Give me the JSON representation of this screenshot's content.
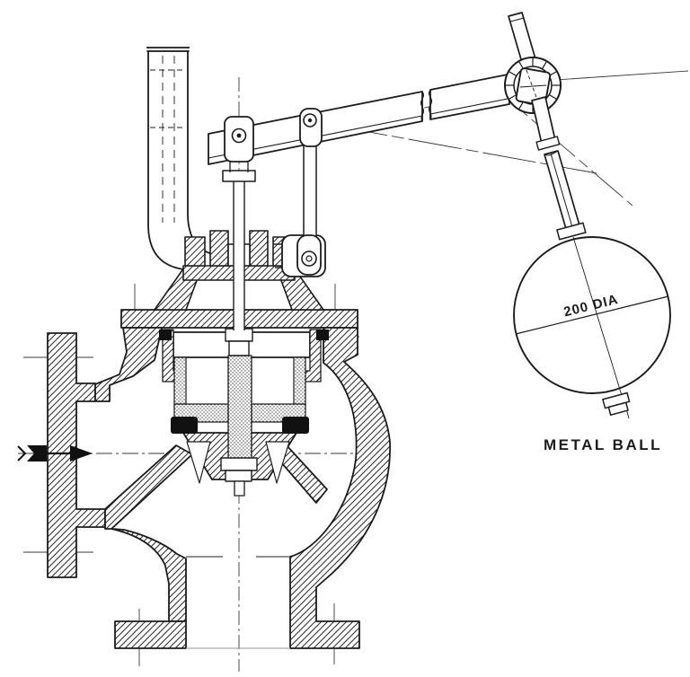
{
  "drawing": {
    "labels": {
      "ball_diameter": "200 DIA",
      "ball_caption": "METAL BALL"
    },
    "colors": {
      "ink": "#1c1c1c",
      "paper": "#ffffff"
    },
    "icons": {
      "flow_arrow": "flow-direction-arrow"
    }
  }
}
